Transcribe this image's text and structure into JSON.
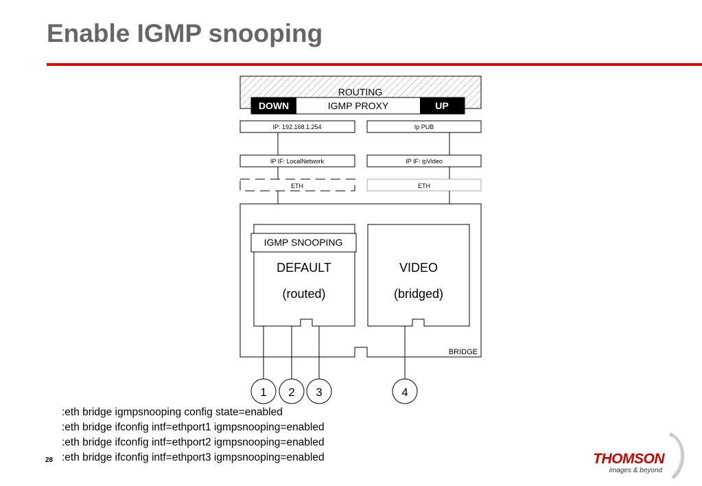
{
  "slide": {
    "title": "Enable IGMP snooping",
    "page_number": "28"
  },
  "diagram": {
    "routing_label": "ROUTING",
    "down_label": "DOWN",
    "proxy_label": "IGMP PROXY",
    "up_label": "UP",
    "left": {
      "ip": "IP: 192.168.1.254",
      "ip_if": "IP IF: LocalNetwork",
      "eth": "ETH"
    },
    "right": {
      "ip": "Ip PUB",
      "ip_if": "IP IF: ipVideo",
      "eth": "ETH"
    },
    "igmp_snooping_label": "IGMP SNOOPING",
    "default_name": "DEFAULT",
    "default_mode": "(routed)",
    "video_name": "VIDEO",
    "video_mode": "(bridged)",
    "bridge_label": "BRIDGE",
    "ports": [
      "1",
      "2",
      "3",
      "4"
    ]
  },
  "commands": [
    ":eth bridge igmpsnooping config state=enabled",
    ":eth bridge ifconfig intf=ethport1 igmpsnooping=enabled",
    ":eth bridge ifconfig intf=ethport2 igmpsnooping=enabled",
    ":eth bridge ifconfig intf=ethport3 igmpsnooping=enabled"
  ],
  "logo": {
    "brand": "THOMSON",
    "tagline": "images & beyond"
  },
  "colors": {
    "title": "#666666",
    "accent_line": "#e00000",
    "brand_red": "#cc0000"
  }
}
